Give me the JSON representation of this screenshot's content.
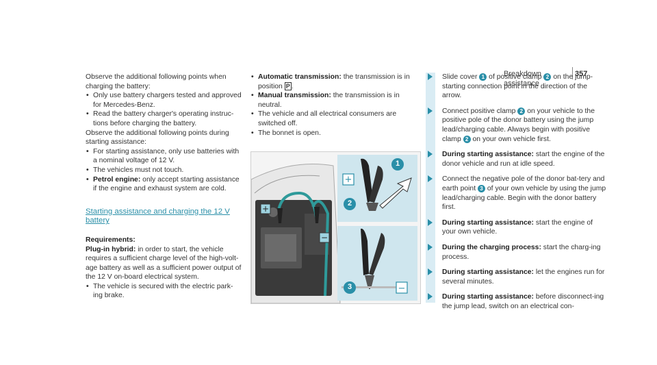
{
  "header": {
    "section_title": "Breakdown assistance",
    "page_number": "357"
  },
  "col1": {
    "intro1": "Observe the additional following points when charging the battery:",
    "list1": [
      "Only use battery chargers tested and approved for Mercedes-Benz.",
      "Read the battery charger's operating instruc-tions before charging the battery."
    ],
    "intro2": "Observe the additional following points during starting assistance:",
    "list2_item1": "For starting assistance, only use batteries with a nominal voltage of 12 V.",
    "list2_item2": "The vehicles must not touch.",
    "list2_item3_label": "Petrol engine:",
    "list2_item3_text": " only accept starting assistance if the engine and exhaust system are cold.",
    "section_heading": "Starting assistance and charging the 12 V battery",
    "requirements_title": "Requirements:",
    "plugin_label": "Plug-in hybrid:",
    "plugin_text": " in order to start, the vehicle requires a sufficient charge level of the high-volt-age battery as well as a sufficient power output of the 12 V on-board electrical system.",
    "list3_item1": "The vehicle is secured with the electric park-ing brake."
  },
  "col2": {
    "item1_label": "Automatic transmission:",
    "item1_text": " the transmission is in position ",
    "item1_symbol": "P",
    "item2_label": "Manual transmission:",
    "item2_text": " the transmission is in neutral.",
    "item3": "The vehicle and all electrical consumers are switched off.",
    "item4": "The bonnet is open."
  },
  "figure": {
    "callout1": "1",
    "callout2": "2",
    "callout3": "3",
    "plus": "+",
    "minus": "−"
  },
  "col3": {
    "s1_a": "Slide cover ",
    "s1_n1": "1",
    "s1_b": " of positive clamp ",
    "s1_n2": "2",
    "s1_c": " on the jump-starting connection point in the direction of the arrow.",
    "s2_a": "Connect positive clamp ",
    "s2_n1": "2",
    "s2_b": " on your vehicle to the positive pole of the donor battery using the jump lead/charging cable. Always begin with positive clamp ",
    "s2_n2": "2",
    "s2_c": " on your own vehicle first.",
    "s3_label": "During starting assistance:",
    "s3_text": " start the engine of the donor vehicle and run at idle speed.",
    "s4_a": "Connect the negative pole of the donor bat-tery and earth point ",
    "s4_n": "3",
    "s4_b": " of your own vehicle by using the jump lead/charging cable. Begin with the donor battery first.",
    "s5_label": "During starting assistance:",
    "s5_text": " start the engine of your own vehicle.",
    "s6_label": "During the charging process:",
    "s6_text": " start the charg-ing process.",
    "s7_label": "During starting assistance:",
    "s7_text": " let the engines run for several minutes.",
    "s8_label": "During starting assistance:",
    "s8_text": " before disconnect-ing the jump lead, switch on an electrical con-"
  },
  "colors": {
    "accent": "#2a8fa8",
    "figure_bg": "#cfe6ee"
  }
}
